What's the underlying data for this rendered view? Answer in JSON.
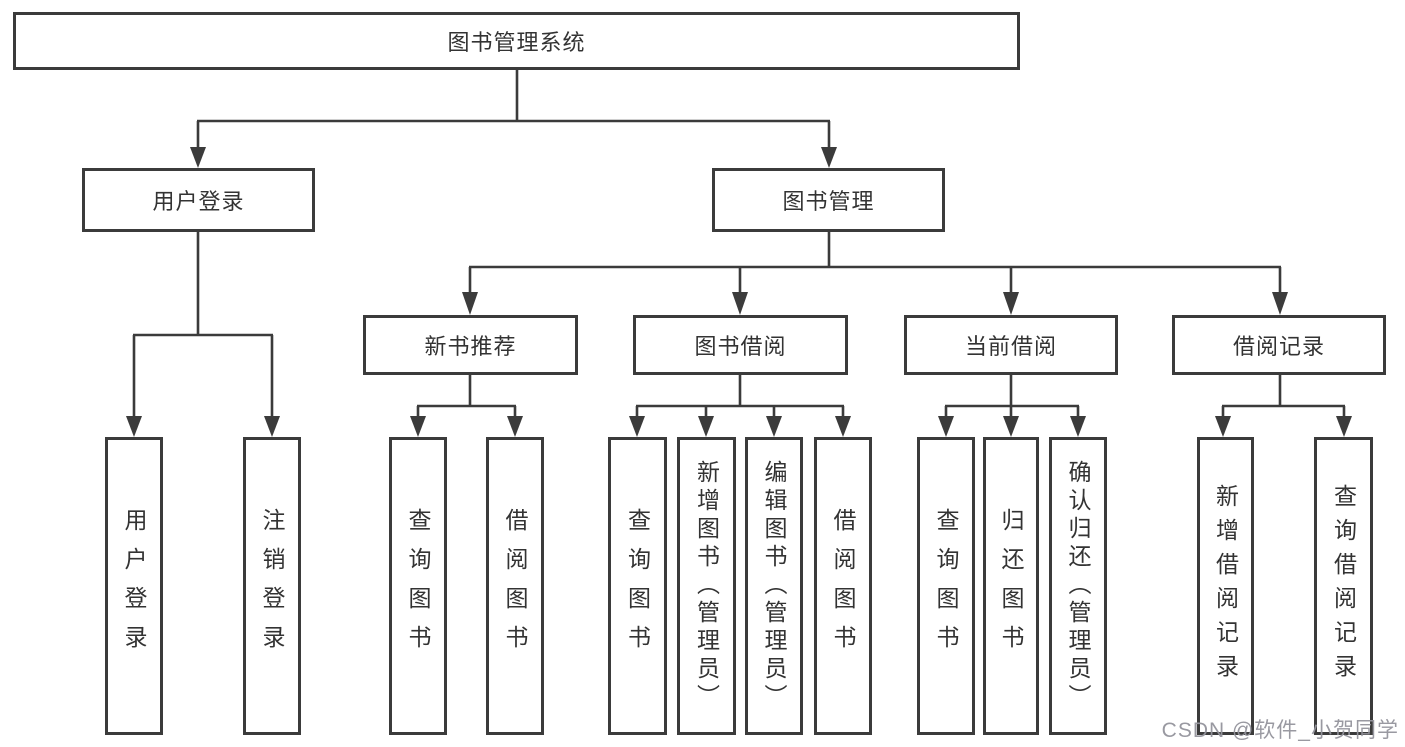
{
  "root": {
    "label": "图书管理系统"
  },
  "level2": [
    {
      "label": "用户登录"
    },
    {
      "label": "图书管理"
    }
  ],
  "level3": [
    {
      "label": "新书推荐"
    },
    {
      "label": "图书借阅"
    },
    {
      "label": "当前借阅"
    },
    {
      "label": "借阅记录"
    }
  ],
  "leaves": [
    {
      "label": "用户登录"
    },
    {
      "label": "注销登录"
    },
    {
      "label": "查询图书"
    },
    {
      "label": "借阅图书"
    },
    {
      "label": "查询图书"
    },
    {
      "label": "新增图书（管理员）"
    },
    {
      "label": "编辑图书（管理员）"
    },
    {
      "label": "借阅图书"
    },
    {
      "label": "查询图书"
    },
    {
      "label": "归还图书"
    },
    {
      "label": "确认归还（管理员）"
    },
    {
      "label": "新增借阅记录"
    },
    {
      "label": "查询借阅记录"
    }
  ],
  "watermark": {
    "text": "CSDN @软件_小贺同学"
  },
  "colors": {
    "line": "#3b3b3b",
    "text": "#333333",
    "watermark": "#94949c",
    "background": "#ffffff"
  }
}
